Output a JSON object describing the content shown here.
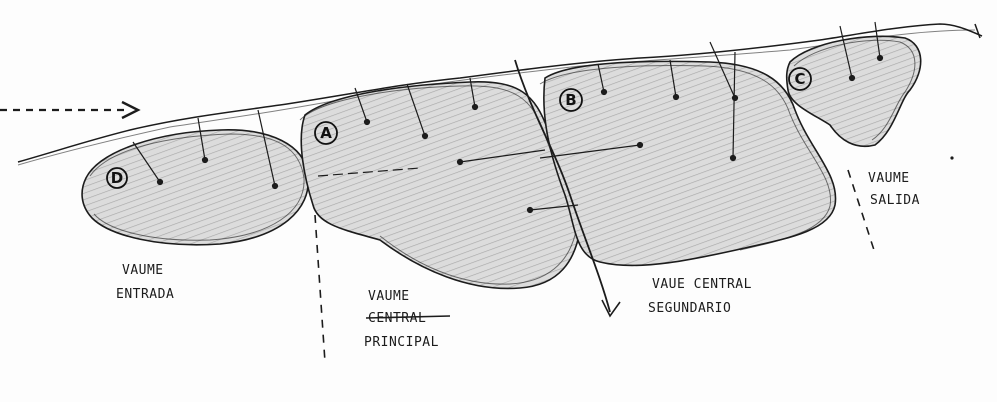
{
  "zones": [
    {
      "id": "D",
      "circle_label": "D",
      "caption_lines": [
        "VAUME",
        "ENTRADA"
      ]
    },
    {
      "id": "A",
      "circle_label": "A",
      "caption_lines": [
        "VAUME",
        "CENTRAL",
        "PRINCIPAL"
      ]
    },
    {
      "id": "B",
      "circle_label": "B",
      "caption_lines": [
        "VAUE CENTRAL",
        "SEGUNDARIO"
      ]
    },
    {
      "id": "C",
      "circle_label": "C",
      "caption_lines": [
        "VAUME",
        "SALIDA"
      ]
    }
  ],
  "colors": {
    "ink": "#1c1c1c",
    "shade": "#c9c9c9",
    "paper": "#fdfdfd"
  }
}
